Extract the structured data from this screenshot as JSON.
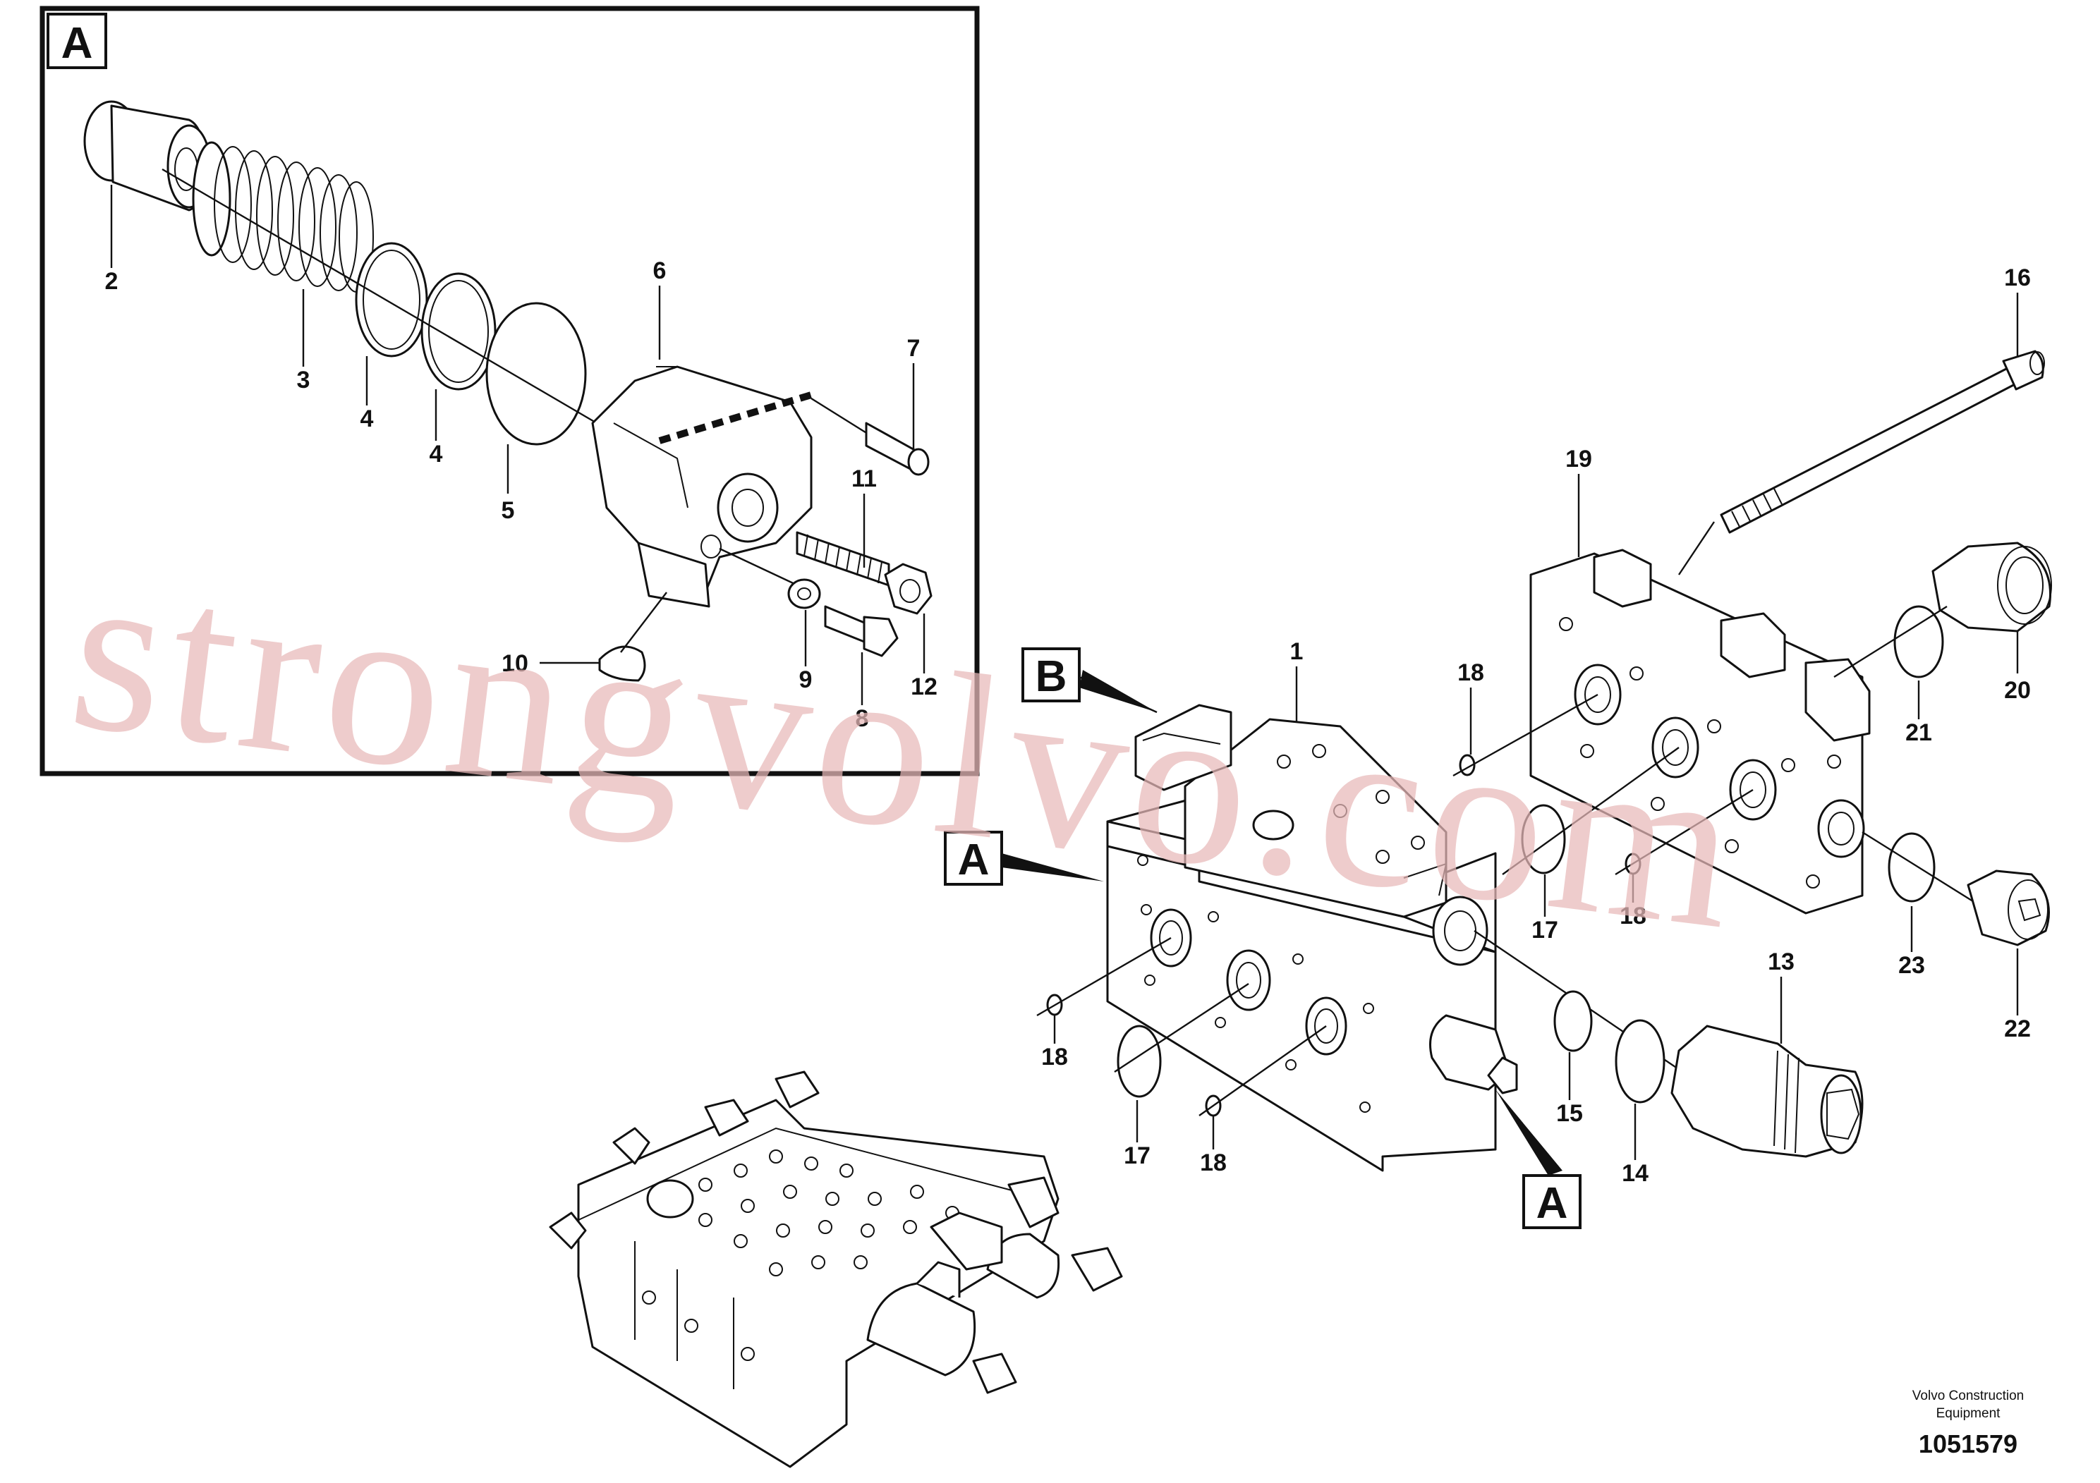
{
  "detail_box": {
    "label": "A"
  },
  "section_refs": [
    {
      "id": "ref-b",
      "label": "B"
    },
    {
      "id": "ref-a-left",
      "label": "A"
    },
    {
      "id": "ref-a-bottom",
      "label": "A"
    }
  ],
  "callouts": [
    "1",
    "2",
    "3",
    "4",
    "4",
    "5",
    "6",
    "7",
    "8",
    "9",
    "10",
    "11",
    "12",
    "13",
    "14",
    "15",
    "16",
    "17",
    "17",
    "18",
    "18",
    "18",
    "18",
    "19",
    "20",
    "21",
    "22",
    "23"
  ],
  "footer": {
    "company_line1": "Volvo Construction",
    "company_line2": "Equipment",
    "drawing_number": "1051579"
  },
  "watermark": "strongvolvo.com"
}
